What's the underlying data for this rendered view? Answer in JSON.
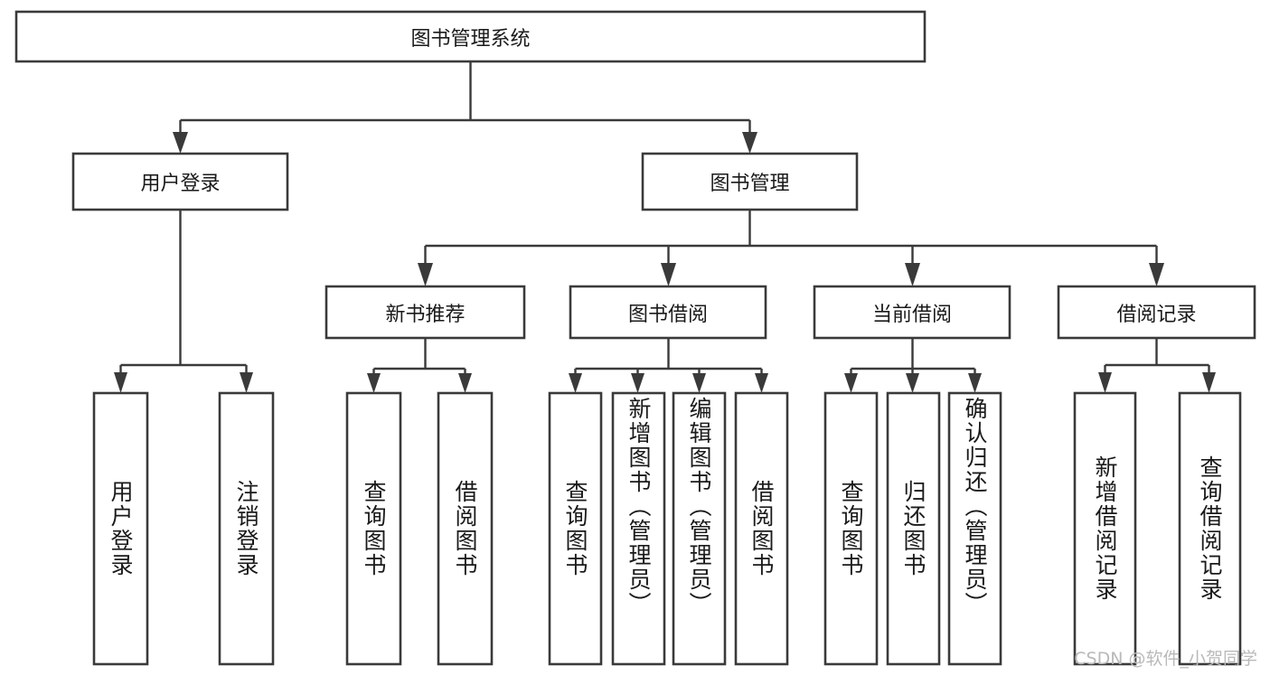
{
  "diagram": {
    "title": "图书管理系统",
    "watermark": "CSDN @软件_小贺同学",
    "colors": {
      "box_stroke": "#3a3a3a",
      "box_fill": "#ffffff",
      "text": "#1a1a1a",
      "background": "#ffffff",
      "watermark": "#b9b9b9"
    },
    "levels": {
      "root": {
        "label": "图书管理系统"
      },
      "level2": [
        {
          "label": "用户登录"
        },
        {
          "label": "图书管理"
        }
      ],
      "level3": [
        {
          "label": "新书推荐"
        },
        {
          "label": "图书借阅"
        },
        {
          "label": "当前借阅"
        },
        {
          "label": "借阅记录"
        }
      ],
      "leaves": {
        "user_login": [
          {
            "label": "用户登录"
          },
          {
            "label": "注销登录"
          }
        ],
        "new_book_recommend": [
          {
            "label": "查询图书"
          },
          {
            "label": "借阅图书"
          }
        ],
        "book_borrow": [
          {
            "label": "查询图书"
          },
          {
            "label": "新增图书（管理员）"
          },
          {
            "label": "编辑图书（管理员）"
          },
          {
            "label": "借阅图书"
          }
        ],
        "current_borrow": [
          {
            "label": "查询图书"
          },
          {
            "label": "归还图书"
          },
          {
            "label": "确认归还（管理员）"
          }
        ],
        "borrow_record": [
          {
            "label": "新增借阅记录"
          },
          {
            "label": "查询借阅记录"
          }
        ]
      }
    }
  }
}
